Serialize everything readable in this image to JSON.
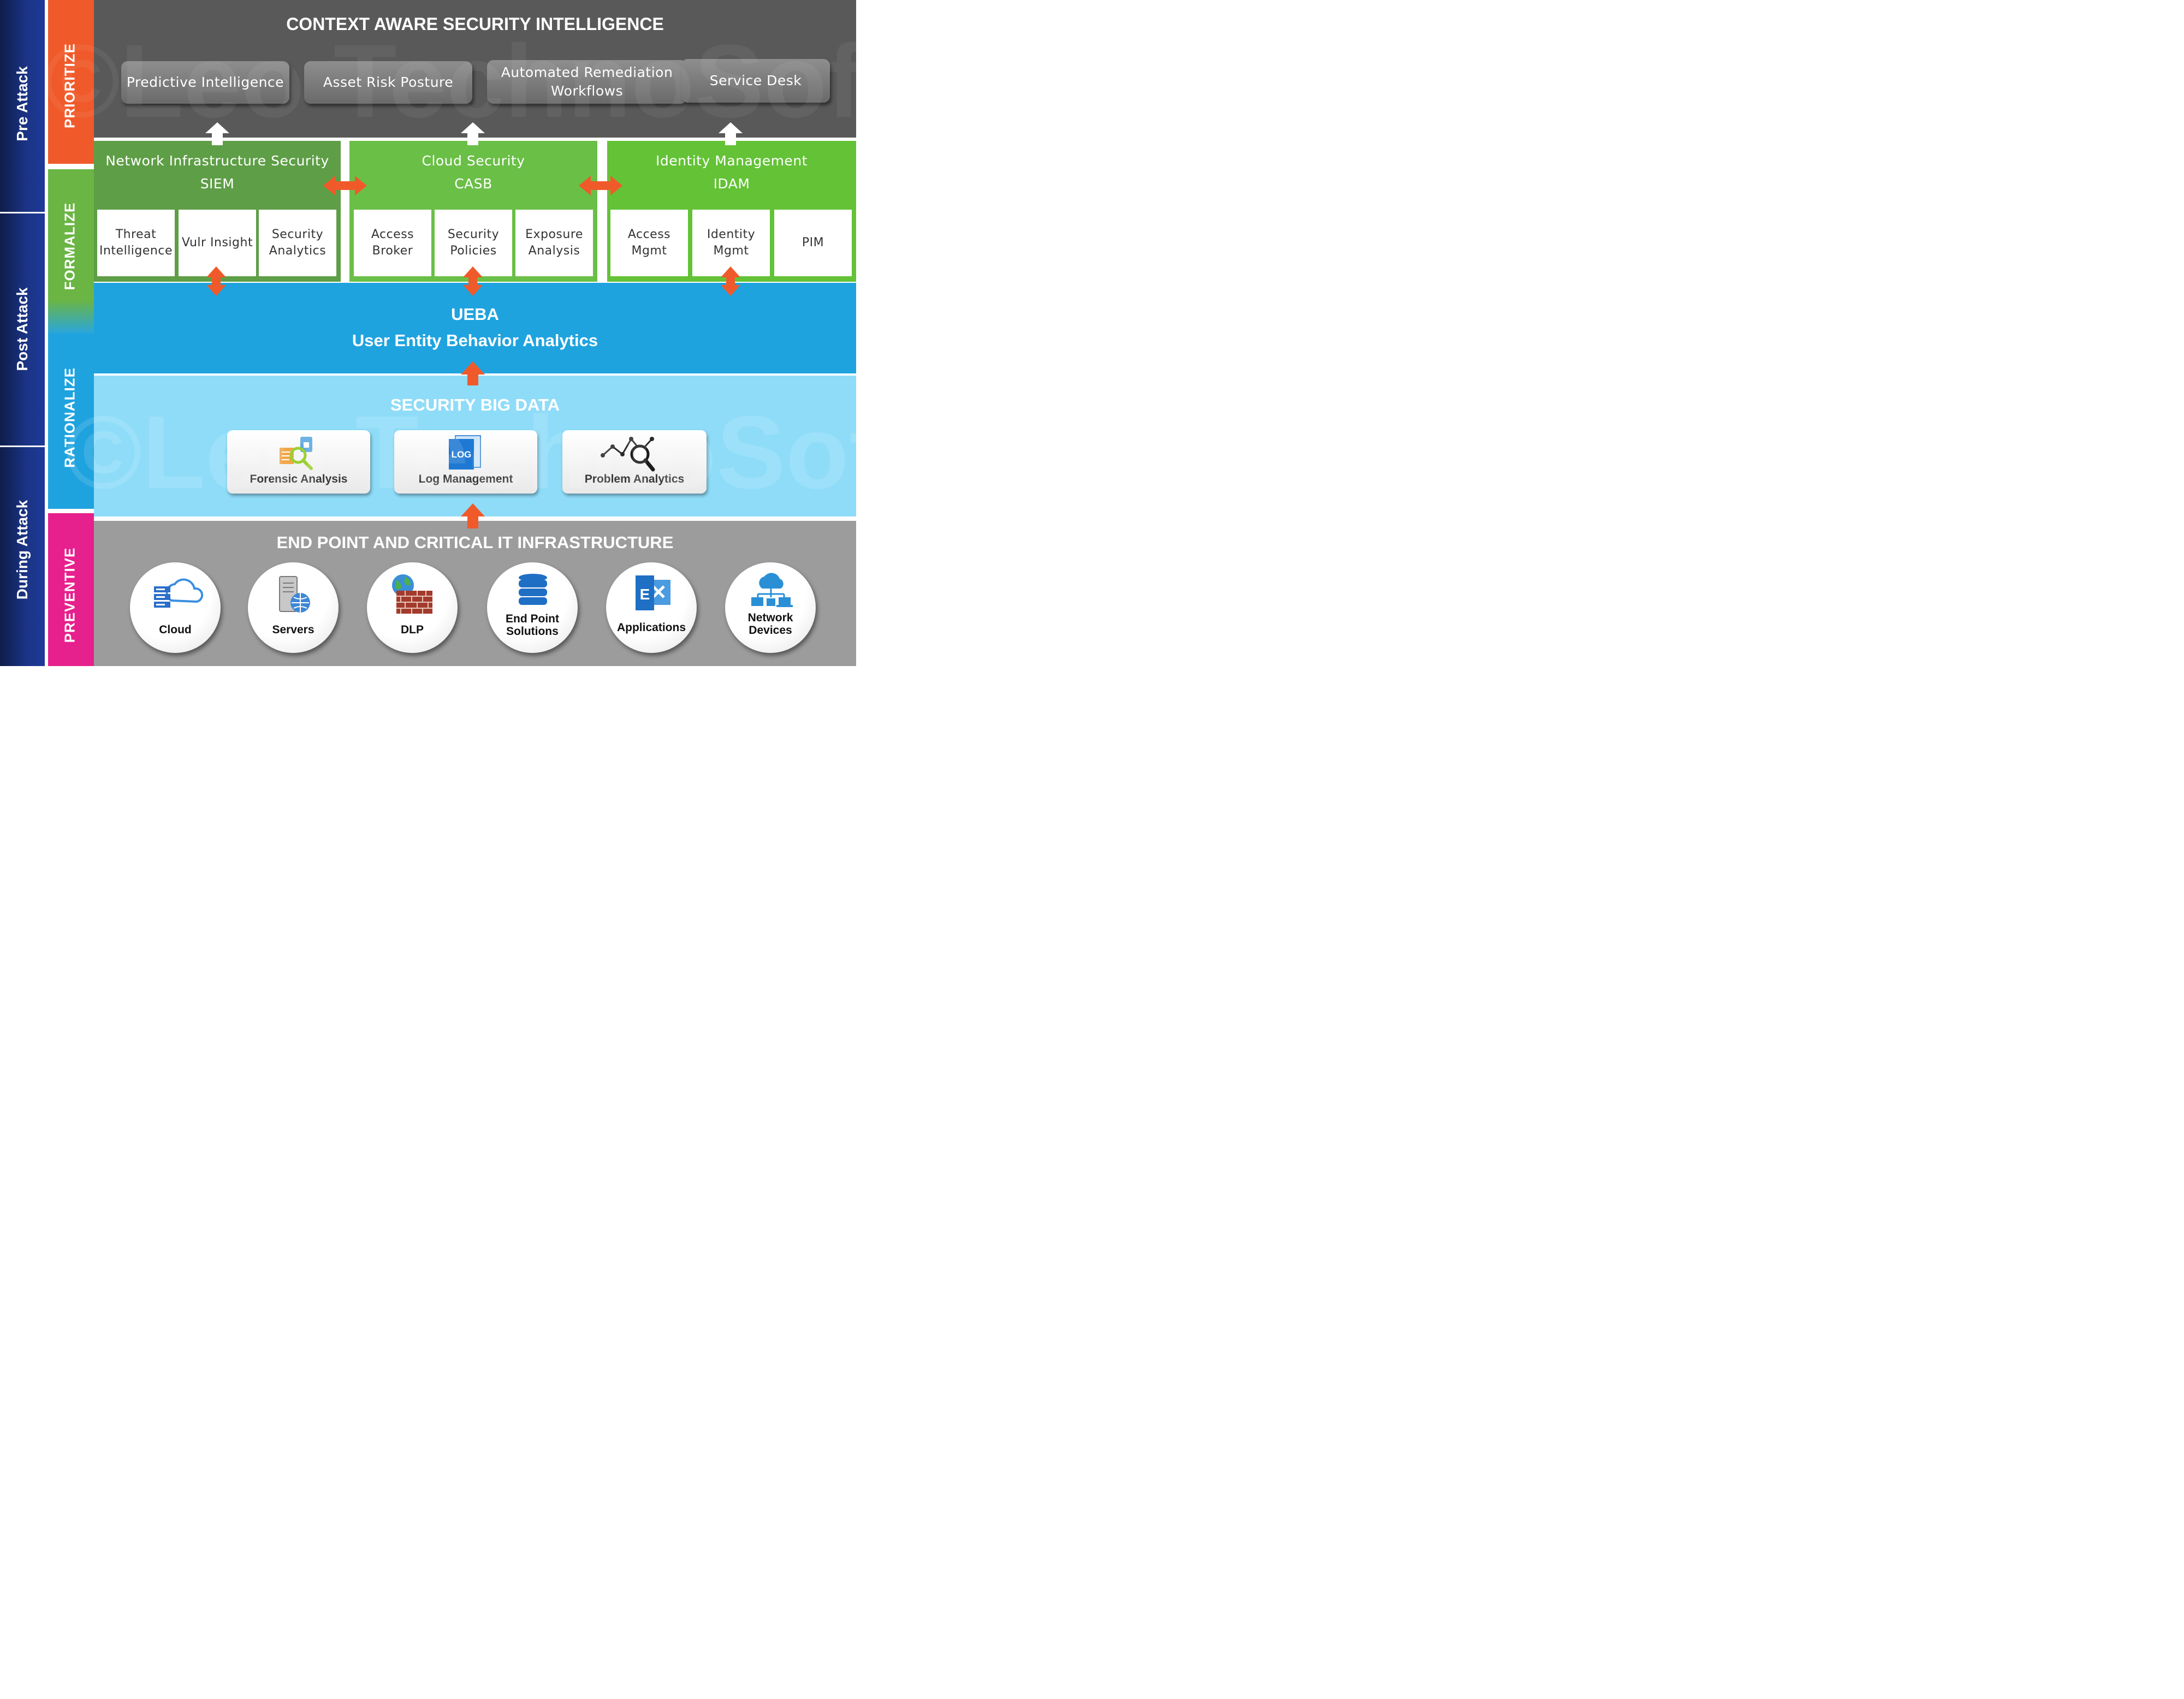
{
  "phases": {
    "pre_attack": "Pre  Attack",
    "post_attack": "Post Attack",
    "during_attack": "During Attack"
  },
  "stages": {
    "prioritize": "PRIORITIZE",
    "formalize": "FORMALIZE",
    "rationalize": "RATIONALIZE",
    "preventive": "PREVENTIVE"
  },
  "intelligence": {
    "title": "CONTEXT AWARE SECURITY INTELLIGENCE",
    "items": [
      "Predictive Intelligence",
      "Asset Risk Posture",
      "Automated Remediation Workflows",
      "Service Desk"
    ]
  },
  "groups": [
    {
      "title": "Network Infrastructure Security",
      "subtitle": "SIEM",
      "cells": [
        "Threat Intelligence",
        "Vulr Insight",
        "Security Analytics"
      ]
    },
    {
      "title": "Cloud Security",
      "subtitle": "CASB",
      "cells": [
        "Access Broker",
        "Security Policies",
        "Exposure Analysis"
      ]
    },
    {
      "title": "Identity Management",
      "subtitle": "IDAM",
      "cells": [
        "Access Mgmt",
        "Identity Mgmt",
        "PIM"
      ]
    }
  ],
  "ueba": {
    "title": "UEBA",
    "subtitle": "User Entity Behavior Analytics"
  },
  "big_data": {
    "title": "SECURITY BIG DATA",
    "cards": [
      {
        "label": "Forensic Analysis",
        "icon": "forensic-analysis-icon"
      },
      {
        "label": "Log Management",
        "icon": "log-management-icon",
        "icon_text": "LOG"
      },
      {
        "label": "Problem Analytics",
        "icon": "problem-analytics-icon"
      }
    ]
  },
  "infrastructure": {
    "title": "END POINT AND CRITICAL IT INFRASTRUCTURE",
    "items": [
      {
        "label": "Cloud",
        "icon": "cloud-server-icon"
      },
      {
        "label": "Servers",
        "icon": "server-icon"
      },
      {
        "label": "DLP",
        "icon": "firewall-globe-icon"
      },
      {
        "label": "End Point Solutions",
        "icon": "database-icon"
      },
      {
        "label": "Applications",
        "icon": "exchange-icon",
        "icon_text": "E"
      },
      {
        "label": "Network Devices",
        "icon": "network-devices-icon"
      }
    ]
  },
  "watermark": "©Leo TechnoSoft",
  "colors": {
    "dark_band": "#595959",
    "green_dark": "#5e9e46",
    "green_mid": "#6abf47",
    "green_bright": "#63c236",
    "blue": "#1fa3df",
    "light_blue": "#8fdcf9",
    "gray_band": "#9c9c9c",
    "orange": "#f05a2a",
    "pink": "#e6208c",
    "navy": "#16275e"
  }
}
